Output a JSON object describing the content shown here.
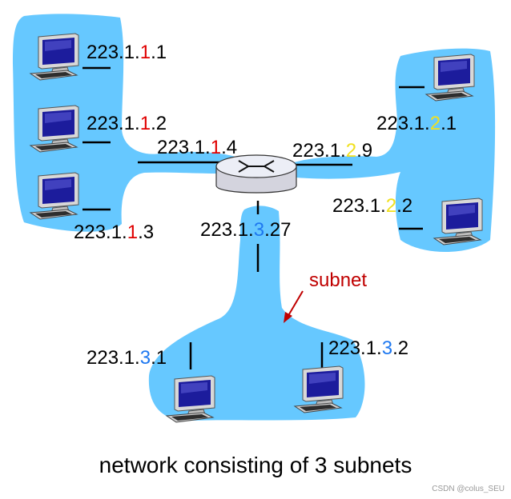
{
  "colors": {
    "subnet_fill": "#66c8ff",
    "subnet1_octet": "#e00000",
    "subnet2_octet": "#f0e020",
    "subnet3_octet": "#1e78f0",
    "arrow": "#c00000",
    "host_screen": "#1c1c9c"
  },
  "icons": {
    "host": "desktop-computer-icon",
    "router": "router-icon"
  },
  "subnet_label": "subnet",
  "caption": "network consisting of 3 subnets",
  "watermark": "CSDN @colus_SEU",
  "addresses": {
    "h1": {
      "prefix": "223.1.",
      "octet": "1",
      "suffix": ".1"
    },
    "h2": {
      "prefix": "223.1.",
      "octet": "1",
      "suffix": ".2"
    },
    "h3": {
      "prefix": "223.1.",
      "octet": "1",
      "suffix": ".3"
    },
    "r1": {
      "prefix": "223.1.",
      "octet": "1",
      "suffix": ".4"
    },
    "r2": {
      "prefix": "223.1.",
      "octet": "2",
      "suffix": ".9"
    },
    "h4": {
      "prefix": "223.1.",
      "octet": "2",
      "suffix": ".1"
    },
    "h5": {
      "prefix": "223.1.",
      "octet": "2",
      "suffix": ".2"
    },
    "r3": {
      "prefix": "223.1.",
      "octet": "3",
      "suffix": ".27"
    },
    "h6": {
      "prefix": "223.1.",
      "octet": "3",
      "suffix": ".1"
    },
    "h7": {
      "prefix": "223.1.",
      "octet": "3",
      "suffix": ".2"
    }
  }
}
